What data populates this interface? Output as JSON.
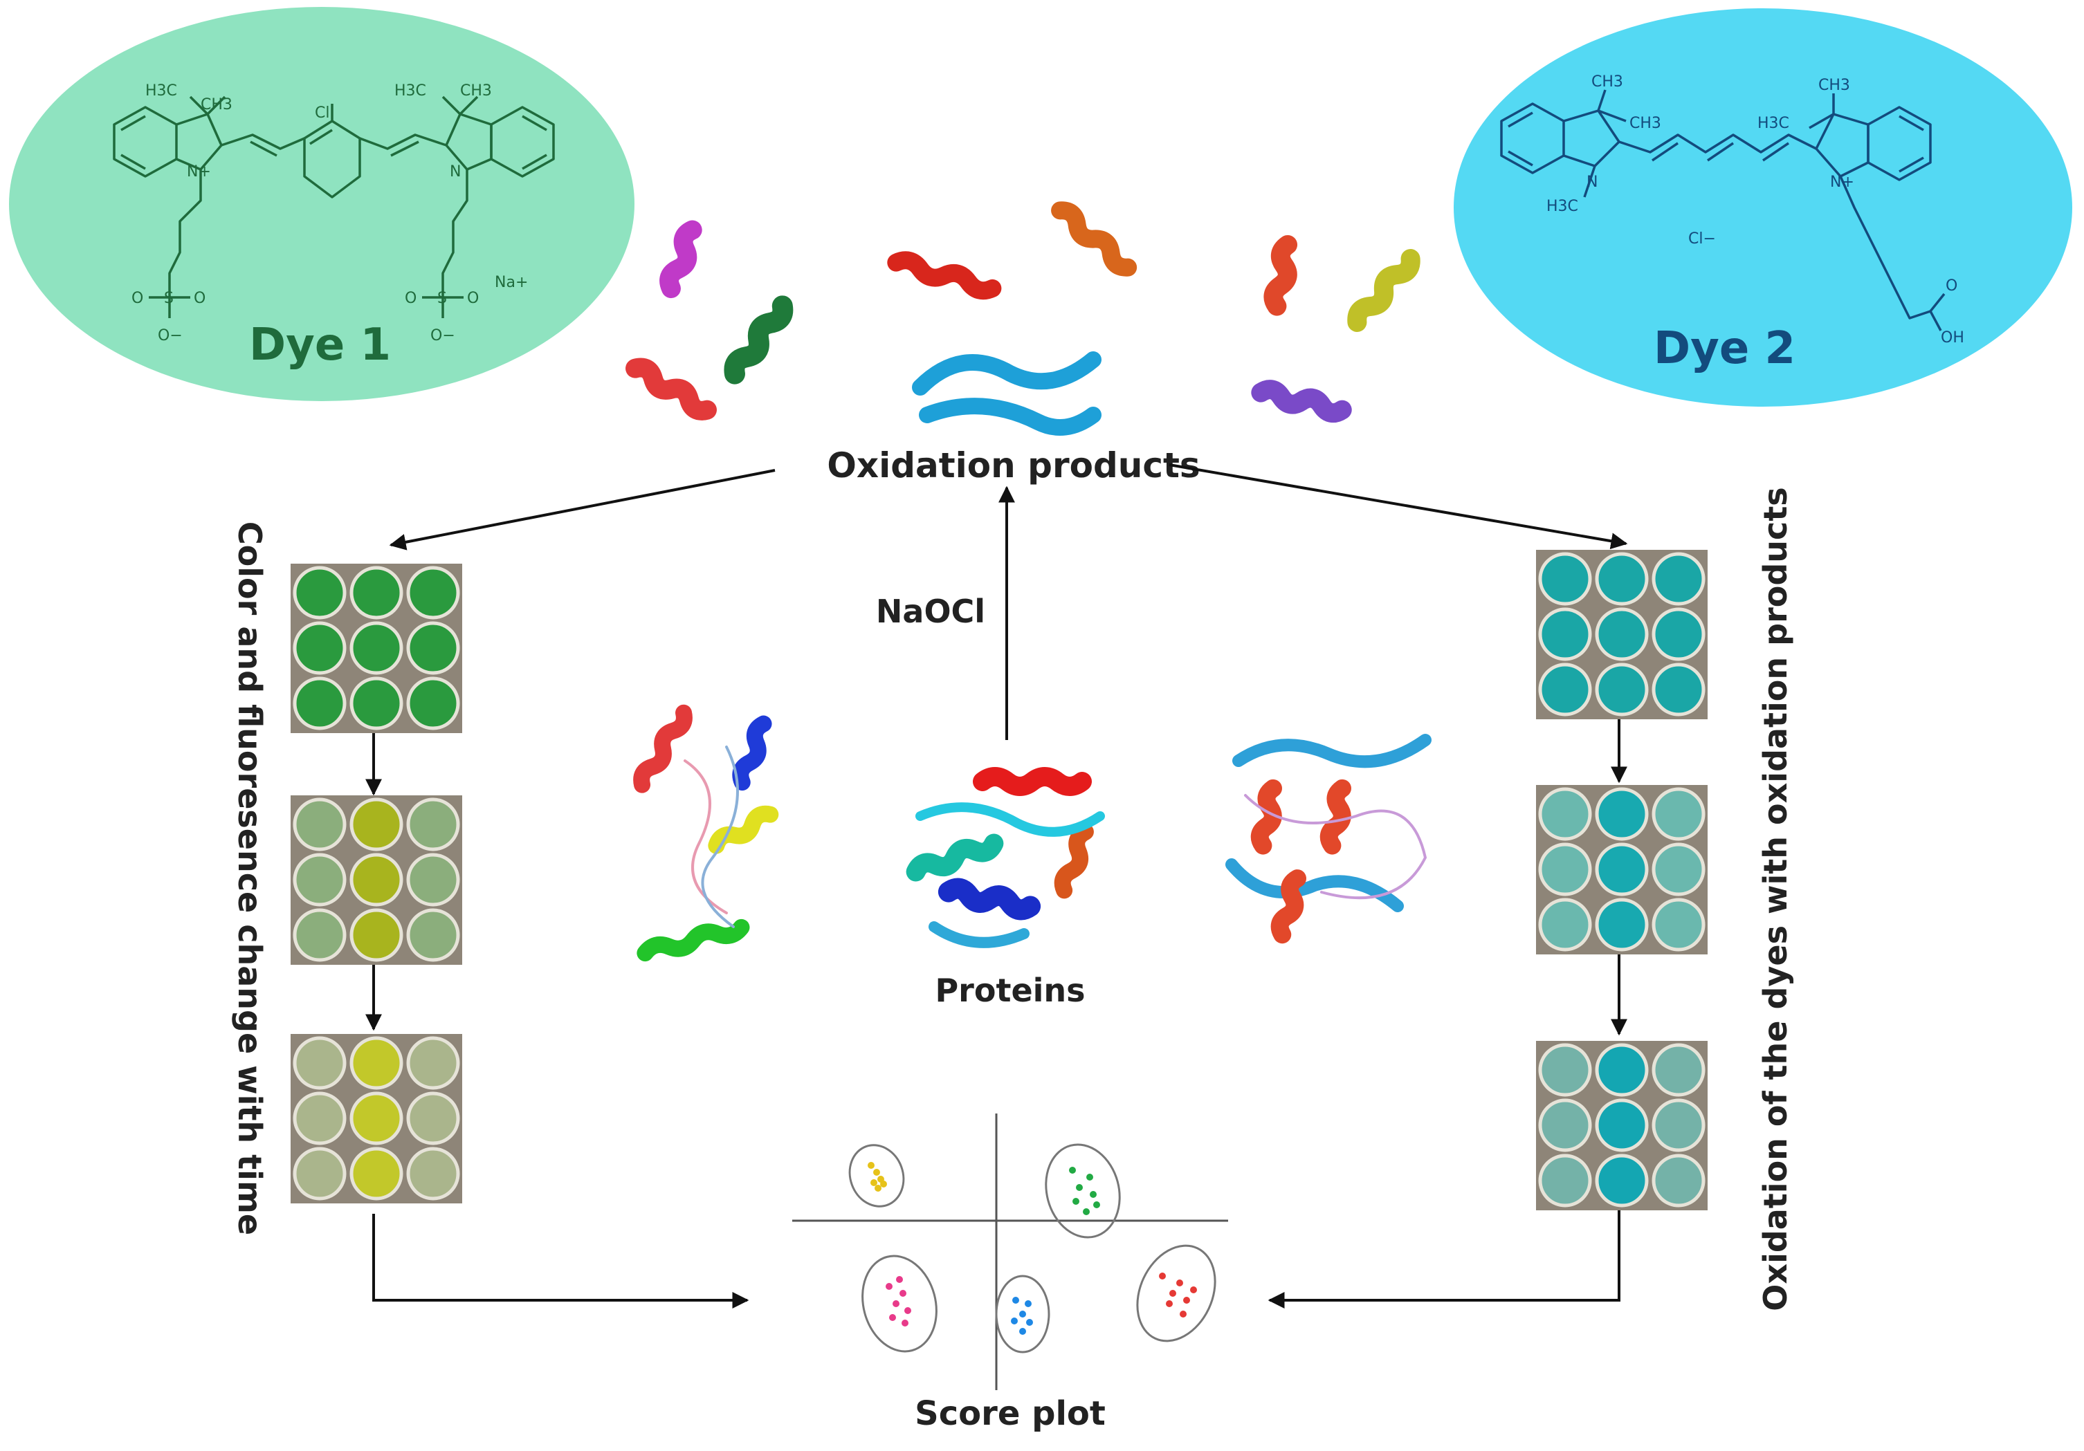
{
  "dye1": {
    "label": "Dye 1",
    "color": "#8fe3c0",
    "ink": "#1f6b3c",
    "atoms": [
      "H3C",
      "CH3",
      "Cl",
      "H3C",
      "CH3",
      "N+",
      "N",
      "Na+",
      "O",
      "S",
      "O",
      "O−",
      "O",
      "S",
      "O",
      "O−"
    ]
  },
  "dye2": {
    "label": "Dye 2",
    "color": "#54d9f3",
    "ink": "#134b7d",
    "atoms": [
      "CH3",
      "CH3",
      "CH3",
      "H3C",
      "N",
      "H3C",
      "N+",
      "Cl−",
      "O",
      "OH"
    ]
  },
  "labels": {
    "oxidation_products": "Oxidation products",
    "naocl": "NaOCl",
    "proteins": "Proteins",
    "score_plot": "Score plot",
    "left_vertical": "Color and fluoresence change with time",
    "right_vertical": "Oxidation of the dyes with oxidation products"
  },
  "colors": {
    "plate_bg": "#8e8578",
    "well_ring": "#e6e3d8",
    "left_stage1": "#2a9a3e",
    "left_stage2_side": "#8bae7c",
    "left_stage2_center": "#a8b41e",
    "left_stage3_side": "#aab58c",
    "left_stage3_center": "#c2c82a",
    "right_stage1": "#1aa6a6",
    "right_stage2_side": "#6ab8ae",
    "right_stage2_center": "#18a9b0",
    "right_stage3_side": "#74b2a8",
    "right_stage3_center": "#14a6b2",
    "cluster_yellow": "#e6c21a",
    "cluster_green": "#22aa44",
    "cluster_pink": "#e83a8a",
    "cluster_blue": "#1e88e5",
    "cluster_red": "#e53935"
  }
}
